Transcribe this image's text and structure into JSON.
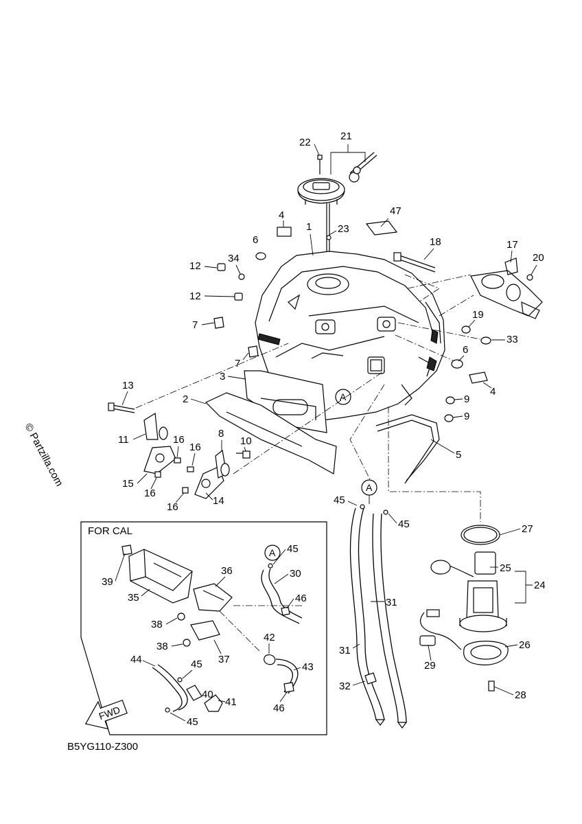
{
  "diagram": {
    "watermark": "© Partzilla.com",
    "diagram_code": "B5YG110-Z300",
    "inset_title": "FOR CAL",
    "fwd_label": "FWD",
    "ref_marker": "A",
    "callouts": {
      "p1": "1",
      "p2": "2",
      "p3": "3",
      "p4": "4",
      "p5": "5",
      "p6": "6",
      "p7": "7",
      "p8": "8",
      "p9": "9",
      "p10": "10",
      "p11": "11",
      "p12": "12",
      "p13": "13",
      "p14": "14",
      "p15": "15",
      "p16": "16",
      "p17": "17",
      "p18": "18",
      "p19": "19",
      "p20": "20",
      "p21": "21",
      "p22": "22",
      "p23": "23",
      "p24": "24",
      "p25": "25",
      "p26": "26",
      "p27": "27",
      "p28": "28",
      "p29": "29",
      "p30": "30",
      "p31": "31",
      "p32": "32",
      "p33": "33",
      "p34": "34",
      "p35": "35",
      "p36": "36",
      "p37": "37",
      "p38": "38",
      "p39": "39",
      "p40": "40",
      "p41": "41",
      "p42": "42",
      "p43": "43",
      "p44": "44",
      "p45": "45",
      "p46": "46",
      "p47": "47"
    }
  }
}
